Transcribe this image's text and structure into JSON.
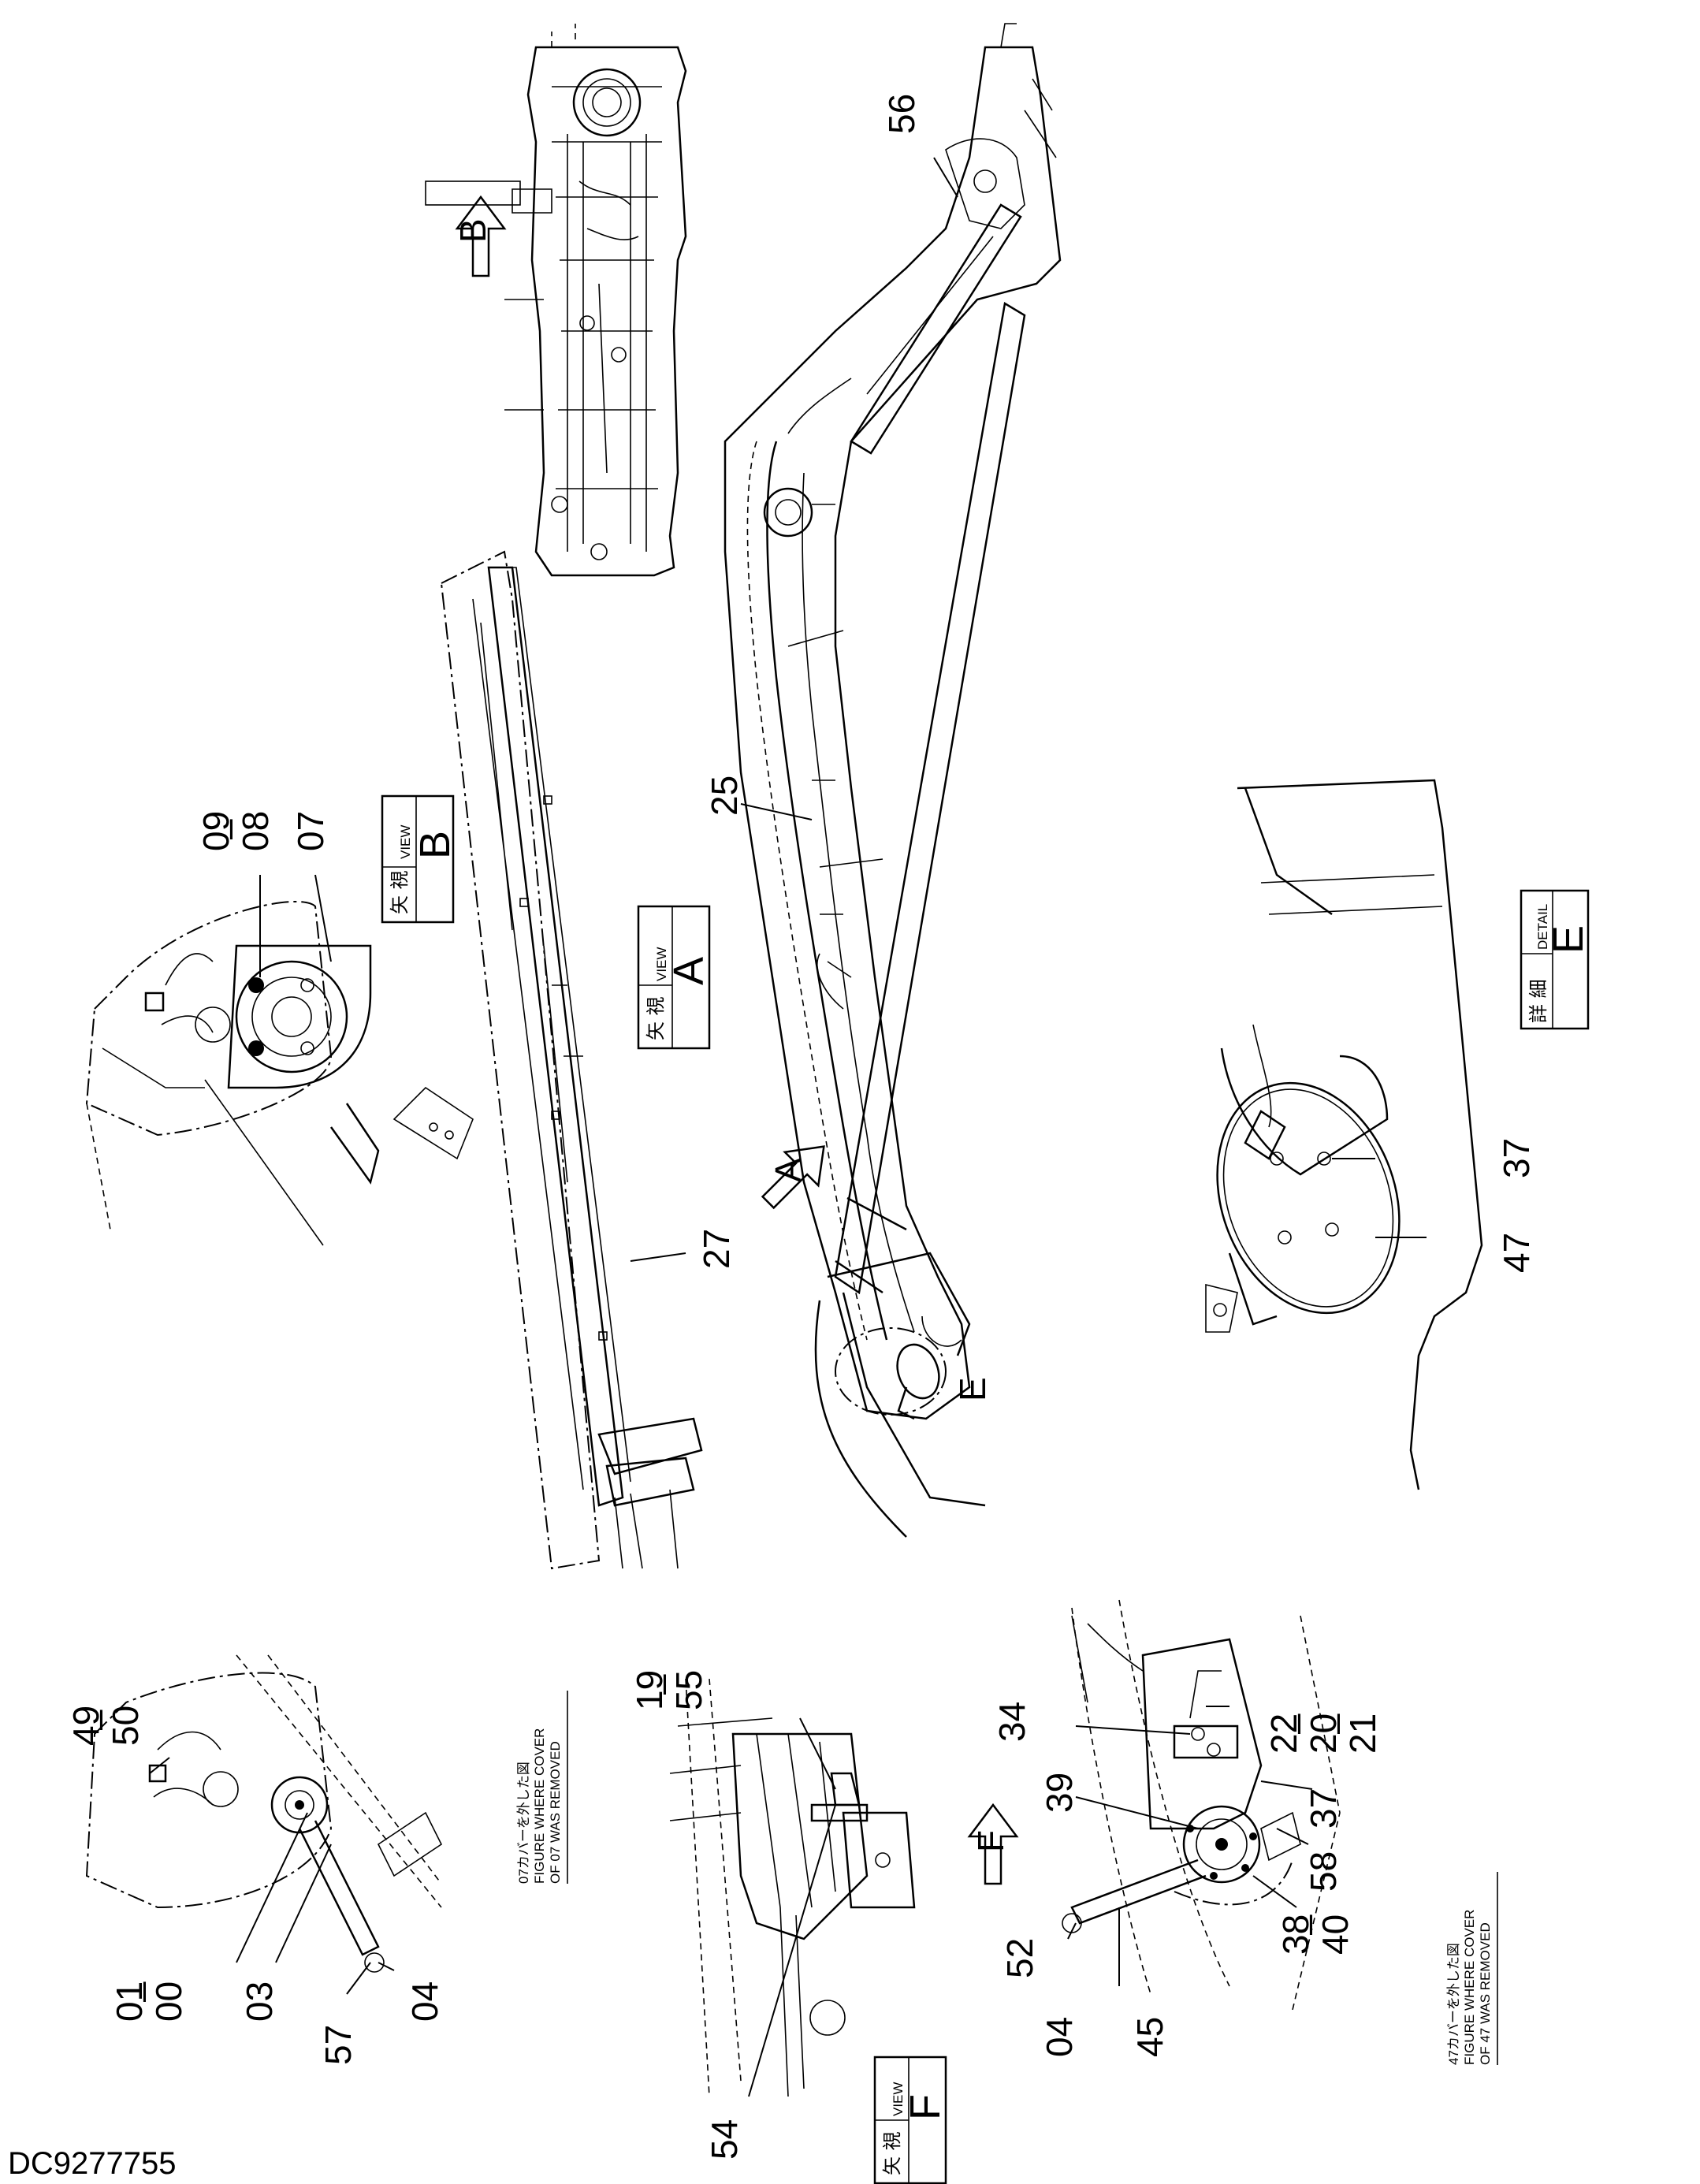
{
  "document_id": "DC9277755",
  "callouts": {
    "c09": "09",
    "c08": "08",
    "c07": "07",
    "c56": "56",
    "c25": "25",
    "c27": "27",
    "c37": "37",
    "c47": "47",
    "c49": "49",
    "c50": "50",
    "c01": "01",
    "c00": "00",
    "c03": "03",
    "c57": "57",
    "c04a": "04",
    "c19": "19",
    "c55": "55",
    "c54": "54",
    "c34": "34",
    "c39": "39",
    "c22": "22",
    "c20": "20",
    "c21": "21",
    "c37b": "37",
    "c58": "58",
    "c38": "38",
    "c40": "40",
    "c52": "52",
    "c04b": "04",
    "c45": "45",
    "dash": "–"
  },
  "view_labels": {
    "view_b": {
      "kanji": "矢 視",
      "en": "VIEW",
      "letter": "B"
    },
    "view_a": {
      "kanji": "矢 視",
      "en": "VIEW",
      "letter": "A"
    },
    "view_f": {
      "kanji": "矢 視",
      "en": "VIEW",
      "letter": "F"
    },
    "detail_e": {
      "kanji": "詳 細",
      "en": "DETAIL",
      "letter": "E"
    }
  },
  "arrow_letters": {
    "a": "A",
    "b": "B",
    "f": "F",
    "e": "E"
  },
  "notes": {
    "cover07": {
      "jp": "07カバーを外した図",
      "en1": "FIGURE WHERE COVER",
      "en2": "OF 07 WAS REMOVED"
    },
    "cover47": {
      "jp": "47カバーを外した図",
      "en1": "FIGURE WHERE COVER",
      "en2": "OF 47 WAS REMOVED"
    }
  }
}
